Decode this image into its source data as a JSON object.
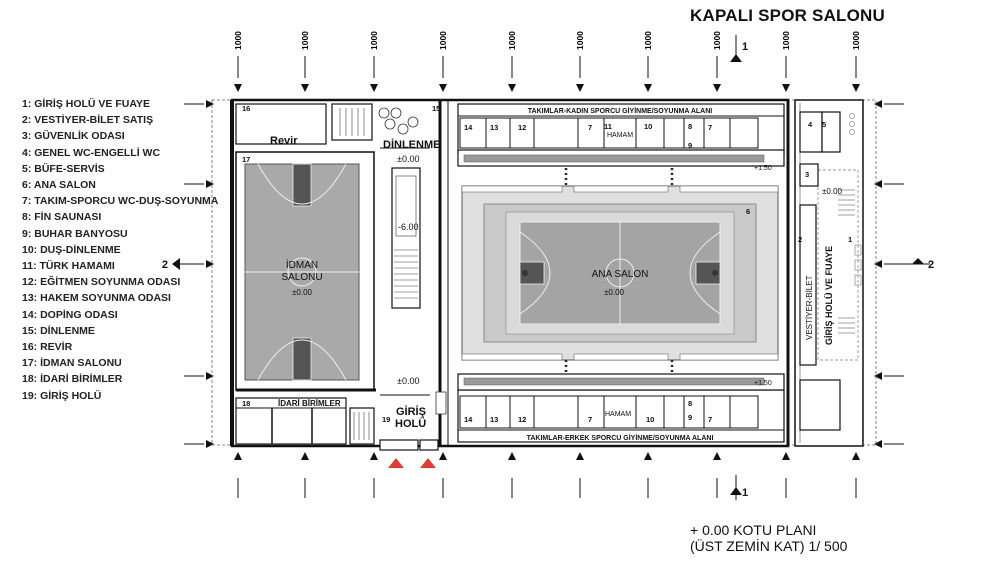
{
  "title": "KAPALI SPOR SALONU",
  "legend": [
    "1: GİRİŞ HOLÜ VE FUAYE",
    "2: VESTİYER-BİLET SATIŞ",
    "3: GÜVENLİK ODASI",
    "4: GENEL WC-ENGELLİ WC",
    "5: BÜFE-SERVİS",
    "6: ANA SALON",
    "7: TAKIM-SPORCU WC-DUŞ-SOYUNMA",
    "8: FİN SAUNASI",
    "9: BUHAR BANYOSU",
    "10: DUŞ-DİNLENME",
    "11: TÜRK HAMAMI",
    "12: EĞİTMEN SOYUNMA ODASI",
    "13: HAKEM SOYUNMA ODASI",
    "14: DOPİNG ODASI",
    "15: DİNLENME",
    "16: REVİR",
    "17: İDMAN SALONU",
    "18: İDARİ BİRİMLER",
    "19: GİRİŞ HOLÜ"
  ],
  "grid_dimension": "1000",
  "grid_dimension_count": 10,
  "section_marks": {
    "vertical": "1",
    "horizontal": "2"
  },
  "rooms": {
    "revir": "Revir",
    "dinlenme": "DİNLENME",
    "idman_1": "İDMAN",
    "idman_2": "SALONU",
    "idman_level": "±0.00",
    "ana_salon": "ANA SALON",
    "ana_level": "±0.00",
    "idari": "İDARİ BİRİMLER",
    "giris_1": "GİRİŞ",
    "giris_2": "HOLÜ",
    "hamam_top": "HAMAM",
    "hamam_bottom": "HAMAM",
    "takim_kadin": "TAKIMLAR-KADIN SPORCU GİYİNME/SOYUNMA ALANI",
    "takim_erkek": "TAKIMLAR-ERKEK SPORCU GİYİNME/SOYUNMA ALANI",
    "vestiyer": "VESTİYER-BİLET",
    "giris_fuaye": "GİRİŞ HOLÜ VE FUAYE",
    "level_dinlenme": "±0.00",
    "level_pit": "-6.00",
    "level_hol": "±0.00",
    "level_foyer": "±0.00",
    "level_tribune_top": "+1.50",
    "level_tribune_bottom": "+1.50"
  },
  "room_numbers": [
    "16",
    "15",
    "17",
    "14",
    "13",
    "12",
    "7",
    "11",
    "10",
    "8",
    "7",
    "9",
    "6",
    "4",
    "5",
    "3",
    "2",
    "1",
    "18",
    "19",
    "14",
    "13",
    "12",
    "7",
    "10",
    "8",
    "7",
    "9"
  ],
  "footer": {
    "line1": "+ 0.00 KOTU PLANI",
    "line2": "(ÜST ZEMİN KAT)  1/ 500"
  }
}
